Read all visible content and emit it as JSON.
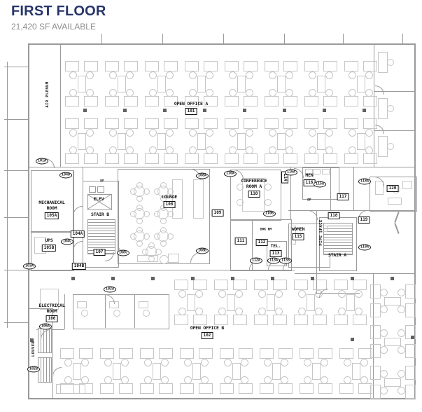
{
  "header": {
    "title": "FIRST FLOOR",
    "subtitle": "21,420 SF AVAILABLE"
  },
  "colors": {
    "title_navy": "#27356a",
    "subtitle_gray": "#8e8f92",
    "wall_gray": "#9a9a9a",
    "furniture_gray": "#c6c6c6",
    "ink": "#141414"
  },
  "rooms": [
    {
      "name": "OPEN OFFICE A",
      "number": "101"
    },
    {
      "name": "OPEN OFFICE B",
      "number": "102"
    },
    {
      "name": "MECHANICAL\nROOM",
      "number": "105A"
    },
    {
      "name": "UPS",
      "number": "105B"
    },
    {
      "name": "ELEV",
      "number": ""
    },
    {
      "name": "STAIR B",
      "number": "107"
    },
    {
      "name": "LOUNGE",
      "number": "108"
    },
    {
      "name": "CONFERENCE\nROOM A",
      "number": "110"
    },
    {
      "name": "MEN",
      "number": "116"
    },
    {
      "name": "WOMEN",
      "number": "115"
    },
    {
      "name": "TEL.",
      "number": "113"
    },
    {
      "name": "ELECTRICAL\nROOM",
      "number": "106"
    },
    {
      "name": "STAIR A",
      "number": ""
    }
  ],
  "number_tags": [
    "109",
    "111",
    "112",
    "114",
    "117",
    "118",
    "119",
    "120",
    "104A",
    "104B"
  ],
  "door_tags": [
    "101A",
    "102A",
    "102B",
    "103A",
    "104C",
    "104D",
    "106A",
    "108A",
    "108B",
    "108C",
    "110A",
    "110B",
    "112A",
    "113A",
    "115A",
    "115B",
    "116A",
    "118A",
    "119A"
  ],
  "vertical_labels": [
    "AIR PLENUM",
    "PIPE SPACE",
    "LOUVER"
  ],
  "small_labels": [
    "DF",
    "DF",
    "BRK RM"
  ]
}
